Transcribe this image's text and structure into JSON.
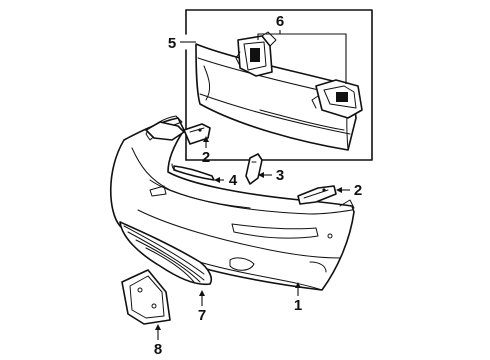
{
  "callouts": {
    "c1": "1",
    "c2a": "2",
    "c2b": "2",
    "c3": "3",
    "c4": "4",
    "c5": "5",
    "c6": "6",
    "c7": "7",
    "c8": "8"
  },
  "colors": {
    "ink": "#111111",
    "paper": "#ffffff"
  }
}
